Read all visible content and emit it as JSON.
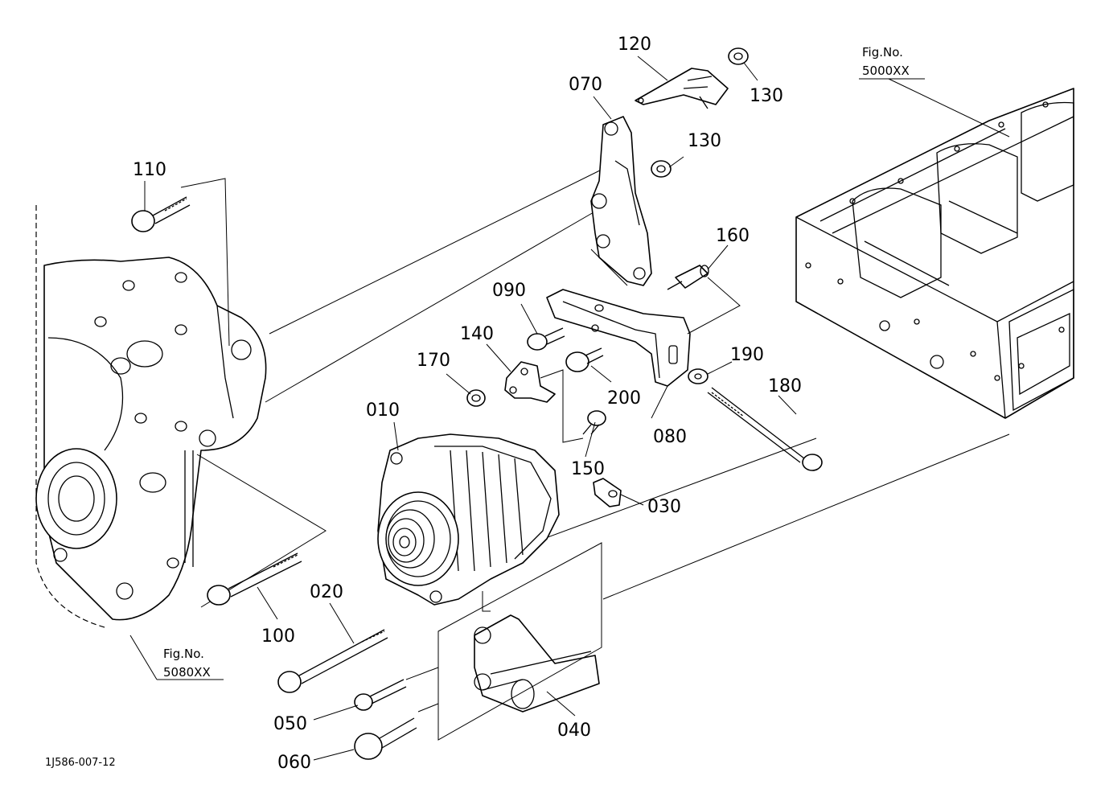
{
  "drawing_code": "1J586-007-12",
  "figure_refs": [
    {
      "prefix": "Fig.No.",
      "number": "5000XX"
    },
    {
      "prefix": "Fig.No.",
      "number": "5080XX"
    }
  ],
  "parts": [
    {
      "no": "010"
    },
    {
      "no": "020"
    },
    {
      "no": "030"
    },
    {
      "no": "040"
    },
    {
      "no": "050"
    },
    {
      "no": "060"
    },
    {
      "no": "070"
    },
    {
      "no": "080"
    },
    {
      "no": "090"
    },
    {
      "no": "100"
    },
    {
      "no": "110"
    },
    {
      "no": "120"
    },
    {
      "no": "130"
    },
    {
      "no": "130"
    },
    {
      "no": "140"
    },
    {
      "no": "150"
    },
    {
      "no": "160"
    },
    {
      "no": "170"
    },
    {
      "no": "180"
    },
    {
      "no": "190"
    },
    {
      "no": "200"
    }
  ]
}
